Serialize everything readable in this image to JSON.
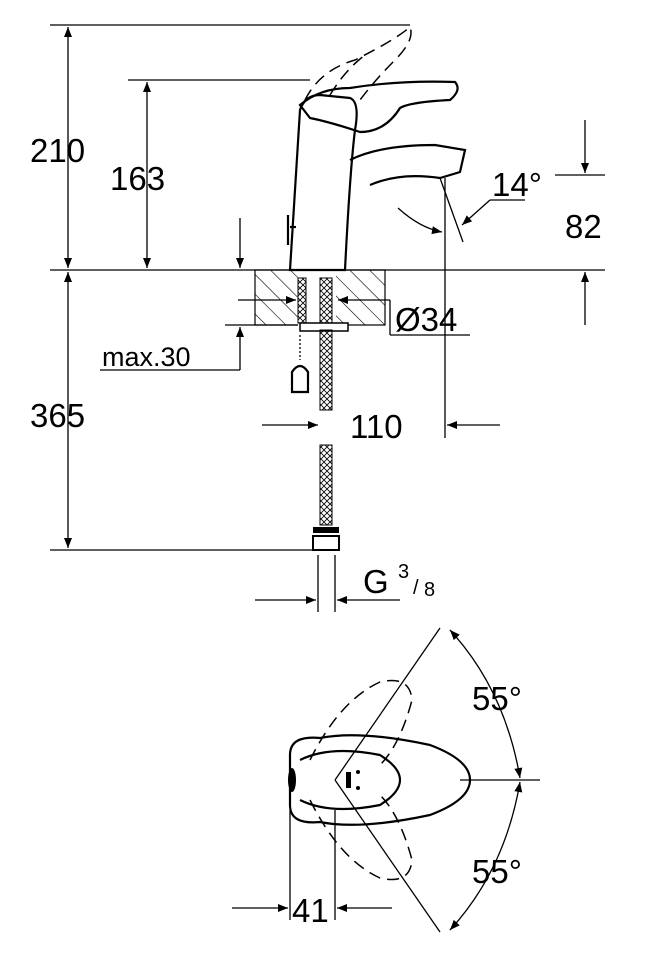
{
  "drawing": {
    "side_view": {
      "dim_total_height": "210",
      "dim_spout_height": "163",
      "dim_outlet_height": "82",
      "dim_outlet_angle": "14°",
      "dim_max_counter": "max.30",
      "dim_hole_diameter": "Ø34",
      "dim_reach": "110",
      "dim_below_counter": "365",
      "dim_connection_main": "G",
      "dim_connection_sup": "3",
      "dim_connection_sub": "8"
    },
    "top_view": {
      "dim_angle_upper": "55°",
      "dim_angle_lower": "55°",
      "dim_base_width": "41"
    }
  }
}
